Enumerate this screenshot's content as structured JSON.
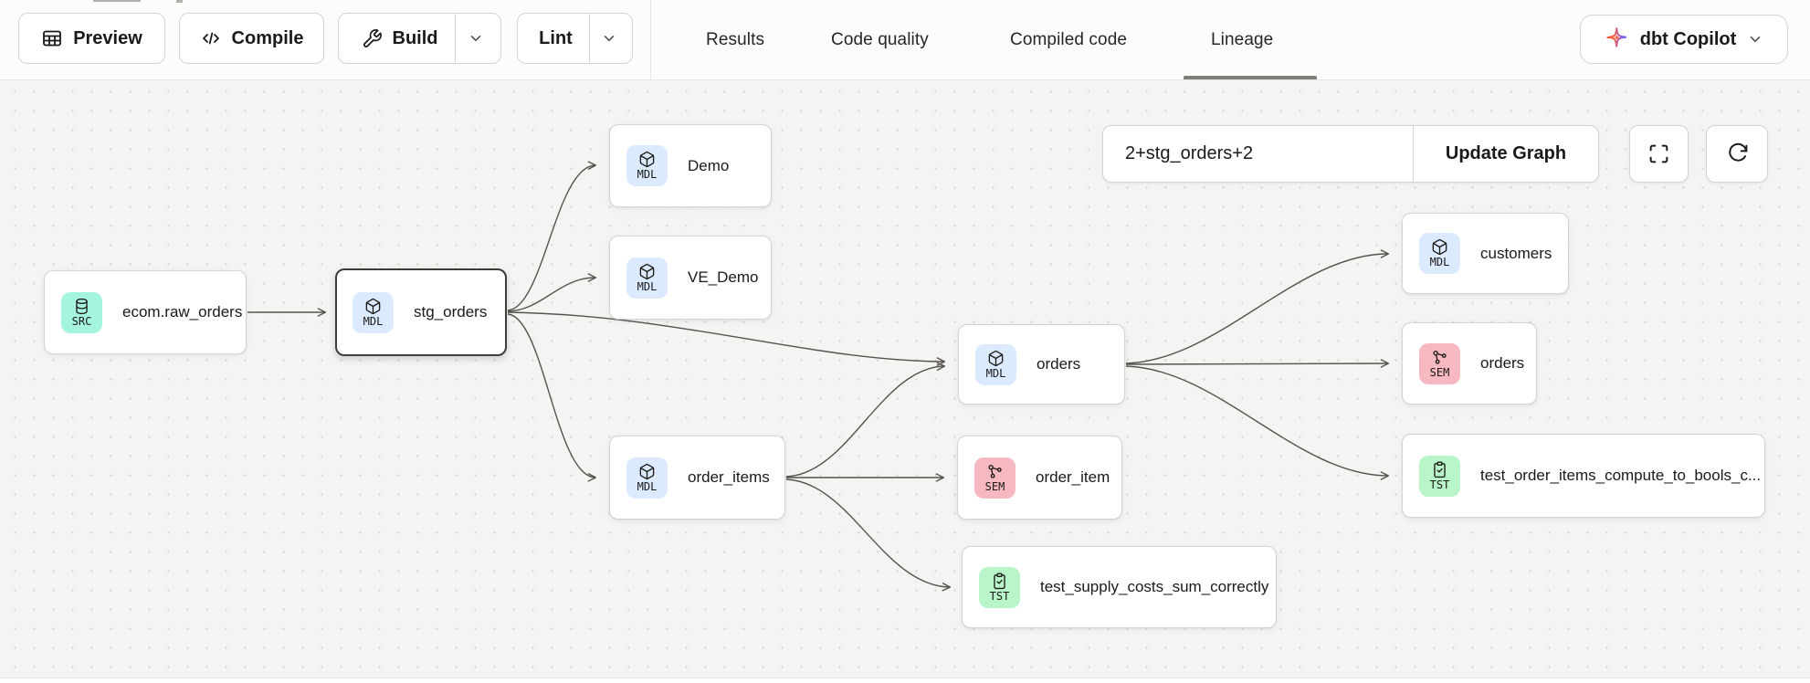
{
  "toolbar": {
    "preview": "Preview",
    "compile": "Compile",
    "build": "Build",
    "lint": "Lint"
  },
  "tabs": {
    "results": "Results",
    "code_quality": "Code quality",
    "compiled_code": "Compiled code",
    "lineage": "Lineage",
    "active_tab": "Lineage"
  },
  "copilot": {
    "label": "dbt Copilot"
  },
  "lineage_controls": {
    "selector_value": "2+stg_orders+2",
    "update_button": "Update Graph"
  },
  "nodes": [
    {
      "label": "ecom.raw_orders",
      "badge": "SRC",
      "type": "source"
    },
    {
      "label": "stg_orders",
      "badge": "MDL",
      "type": "model",
      "selected": true
    },
    {
      "label": "Demo",
      "badge": "MDL",
      "type": "model"
    },
    {
      "label": "VE_Demo",
      "badge": "MDL",
      "type": "model"
    },
    {
      "label": "order_items",
      "badge": "MDL",
      "type": "model"
    },
    {
      "label": "orders",
      "badge": "MDL",
      "type": "model"
    },
    {
      "label": "order_item",
      "badge": "SEM",
      "type": "semantic"
    },
    {
      "label": "test_supply_costs_sum_correctly",
      "badge": "TST",
      "type": "test"
    },
    {
      "label": "customers",
      "badge": "MDL",
      "type": "model"
    },
    {
      "label": "orders",
      "badge": "SEM",
      "type": "semantic"
    },
    {
      "label": "test_order_items_compute_to_bools_c...",
      "badge": "TST",
      "type": "test"
    }
  ],
  "edges": [
    {
      "from": "ecom.raw_orders",
      "to": "stg_orders"
    },
    {
      "from": "stg_orders",
      "to": "Demo"
    },
    {
      "from": "stg_orders",
      "to": "VE_Demo"
    },
    {
      "from": "stg_orders",
      "to": "orders (model)"
    },
    {
      "from": "stg_orders",
      "to": "order_items"
    },
    {
      "from": "order_items",
      "to": "orders (model)"
    },
    {
      "from": "order_items",
      "to": "order_item"
    },
    {
      "from": "order_items",
      "to": "test_supply_costs_sum_correctly"
    },
    {
      "from": "orders (model)",
      "to": "customers"
    },
    {
      "from": "orders (model)",
      "to": "orders (semantic)"
    },
    {
      "from": "orders (model)",
      "to": "test_order_items_compute_to_bools_c..."
    }
  ],
  "colors": {
    "source_badge": "#a5f4e0",
    "model_badge": "#dbeafe",
    "semantic_badge": "#f6b8c1",
    "test_badge": "#b8f5c8",
    "edge": "#57534e",
    "active_tab_underline": "#817d78",
    "copilot_orange": "#ff5c35",
    "copilot_purple": "#7b5cf0"
  }
}
